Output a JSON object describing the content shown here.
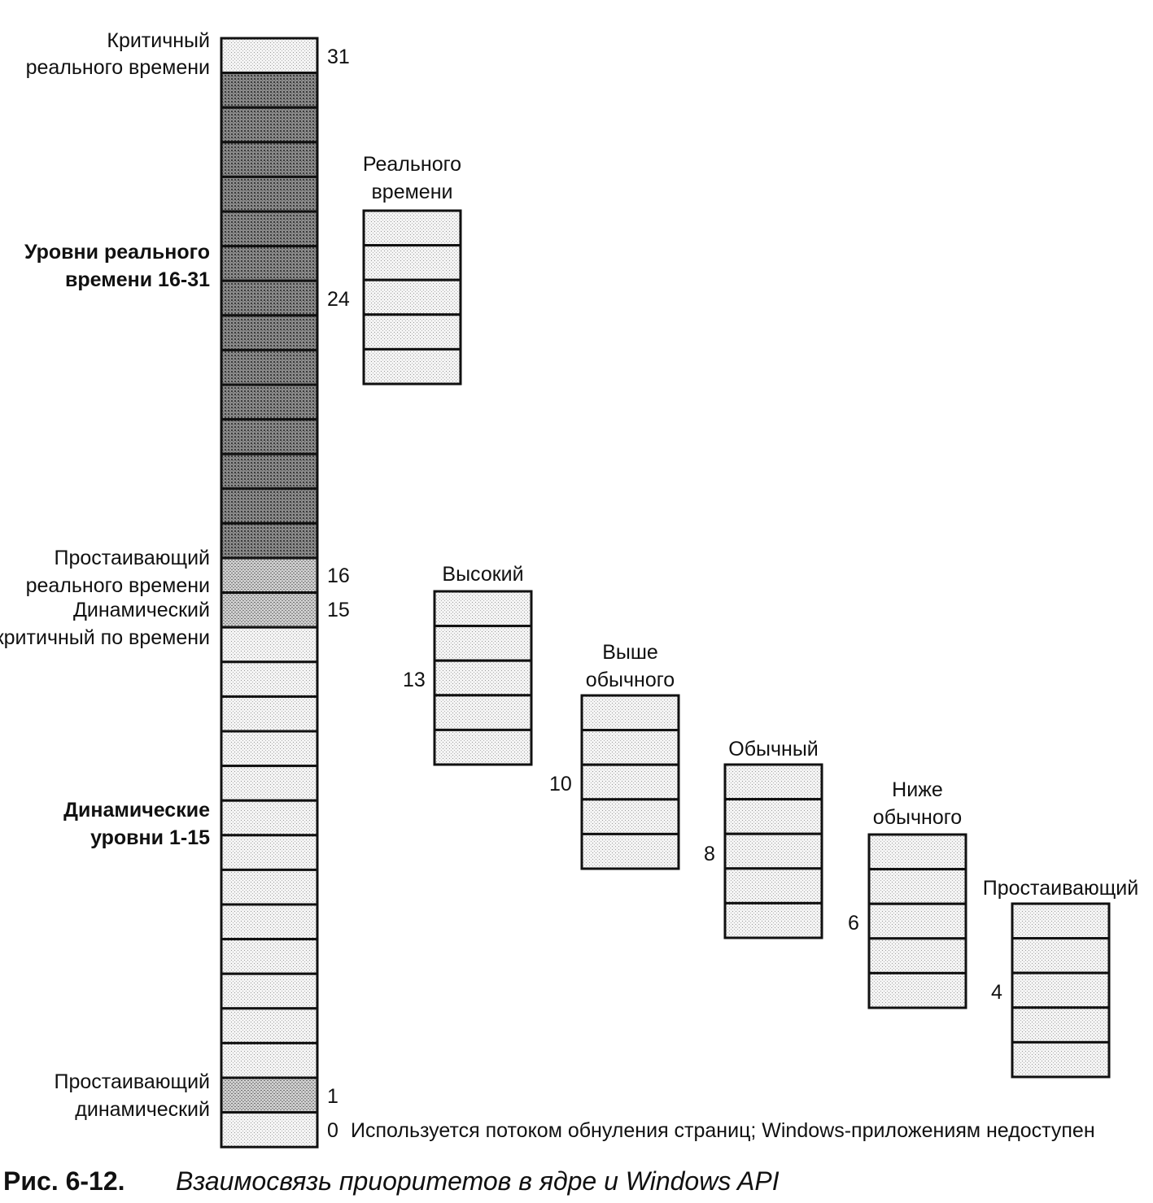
{
  "kernel_column": {
    "levels_count": 32,
    "shade_by_level": {
      "0": "light",
      "1": "medium",
      "15": "medium",
      "16": "medium",
      "17": "dark",
      "18": "dark",
      "19": "dark",
      "20": "dark",
      "21": "dark",
      "22": "dark",
      "23": "dark",
      "24": "dark",
      "25": "dark",
      "26": "dark",
      "27": "dark",
      "28": "dark",
      "29": "dark",
      "30": "dark",
      "31": "light"
    },
    "default_shade": "light"
  },
  "colors": {
    "light": "#ececec",
    "medium": "#b9b9b9",
    "dark": "#7a7a7a",
    "stroke": "#111111"
  },
  "left_labels": [
    {
      "id": "critical-rt",
      "lines": [
        "Критичный",
        "реального времени"
      ],
      "bold": false
    },
    {
      "id": "rt-levels",
      "lines": [
        "Уровни реального",
        "времени 16-31"
      ],
      "bold": true
    },
    {
      "id": "idle-rt",
      "lines": [
        "Простаивающий",
        "реального времени"
      ],
      "bold": false
    },
    {
      "id": "dynamic-critical",
      "lines": [
        "Динамический",
        "критичный по времени"
      ],
      "bold": false
    },
    {
      "id": "dynamic-levels",
      "lines": [
        "Динамические",
        "уровни 1-15"
      ],
      "bold": true
    },
    {
      "id": "idle-dynamic",
      "lines": [
        "Простаивающий",
        "динамический"
      ],
      "bold": false
    }
  ],
  "level_numbers": [
    "31",
    "24",
    "16",
    "15",
    "1",
    "0"
  ],
  "zero_note": "Используется потоком обнуления страниц; Windows-приложениям недоступен",
  "priority_classes": [
    {
      "id": "realtime",
      "title_lines": [
        "Реального",
        "времени"
      ],
      "base": "24",
      "base_side": "left-hidden"
    },
    {
      "id": "high",
      "title_lines": [
        "Высокий"
      ],
      "base": "13"
    },
    {
      "id": "above-normal",
      "title_lines": [
        "Выше",
        "обычного"
      ],
      "base": "10"
    },
    {
      "id": "normal",
      "title_lines": [
        "Обычный"
      ],
      "base": "8"
    },
    {
      "id": "below-normal",
      "title_lines": [
        "Ниже",
        "обычного"
      ],
      "base": "6"
    },
    {
      "id": "idle",
      "title_lines": [
        "Простаивающий"
      ],
      "base": "4"
    }
  ],
  "caption": {
    "number": "Рис. 6-12.",
    "text": "Взаимосвязь приоритетов в ядре и Windows API"
  }
}
